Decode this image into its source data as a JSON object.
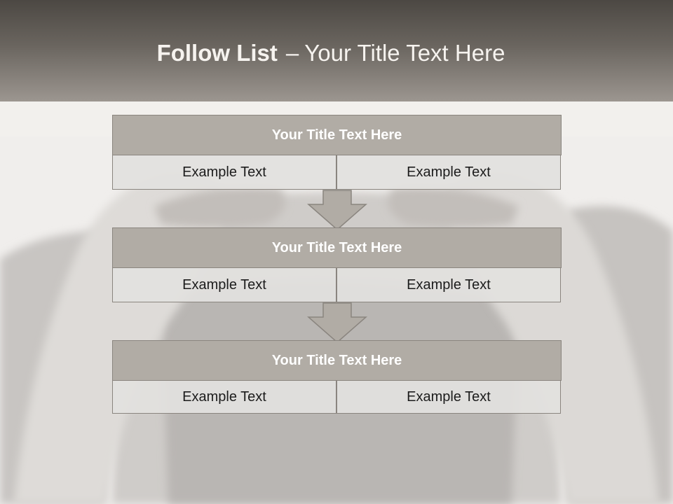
{
  "slide": {
    "title_bold": "Follow List",
    "title_sep": "–",
    "title_rest": "Your Title Text Here"
  },
  "steps": [
    {
      "title": "Your Title Text Here",
      "left": "Example Text",
      "right": "Example Text"
    },
    {
      "title": "Your Title Text Here",
      "left": "Example Text",
      "right": "Example Text"
    },
    {
      "title": "Your Title Text Here",
      "left": "Example Text",
      "right": "Example Text"
    }
  ],
  "colors": {
    "header_dark": "#4c4843",
    "header_light": "#9c9690",
    "box_title_bg": "#b1aca5",
    "box_border": "#8a857f",
    "cell_bg": "#e2e1df",
    "arrow_fill": "#b1aca5"
  }
}
